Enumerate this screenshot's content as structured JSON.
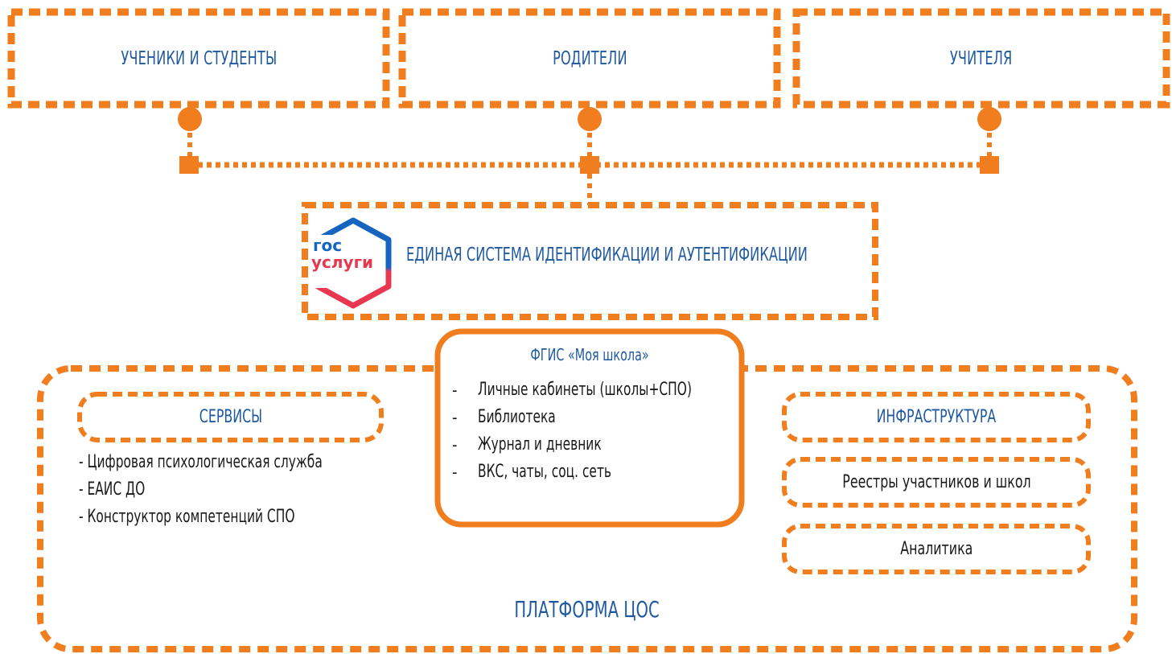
{
  "top_boxes": [
    {
      "label": "УЧЕНИКИ И СТУДЕНТЫ"
    },
    {
      "label": "РОДИТЕЛИ"
    },
    {
      "label": "УЧИТЕЛЯ"
    }
  ],
  "esia": {
    "logo_line1": "гос",
    "logo_line2": "услуги",
    "label": "ЕДИНАЯ СИСТЕМА ИДЕНТИФИКАЦИИ И АУТЕНТИФИКАЦИИ"
  },
  "fgis": {
    "title": "ФГИС «Моя школа»",
    "items": [
      {
        "dash": "-",
        "text": "Личные кабинеты (школы+СПО)"
      },
      {
        "dash": "-",
        "text": "Библиотека"
      },
      {
        "dash": "-",
        "text": "Журнал и дневник"
      },
      {
        "dash": "-",
        "text": "ВКС, чаты, соц. сеть"
      }
    ]
  },
  "services": {
    "title": "СЕРВИСЫ",
    "items": [
      "- Цифровая психологическая служба",
      "- ЕАИС ДО",
      "- Конструктор компетенций СПО"
    ]
  },
  "infrastructure": {
    "title": "ИНФРАСТРУКТУРА",
    "registries": "Реестры участников и школ",
    "analytics": "Аналитика"
  },
  "platform": {
    "label": "ПЛАТФОРМА ЦОС"
  },
  "colors": {
    "orange": "#f07d1e",
    "blue": "#1f5aa0",
    "gosuslugi_blue": "#1565c0",
    "gosuslugi_red": "#e8384f"
  }
}
